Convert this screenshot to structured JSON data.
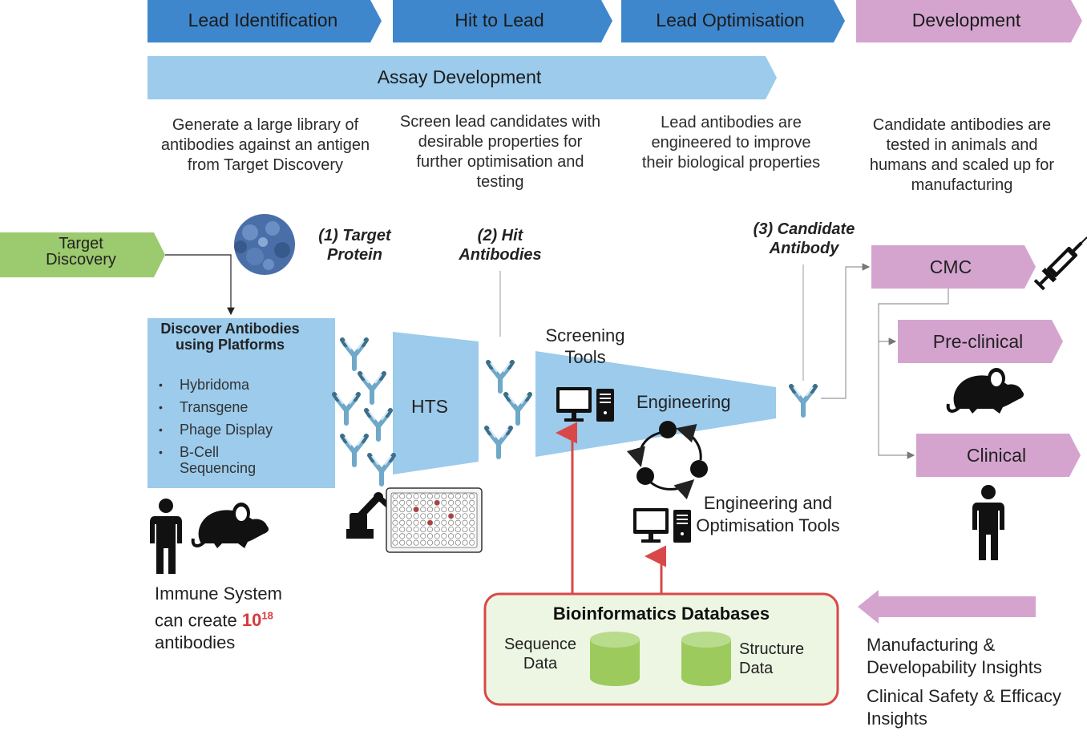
{
  "stages": [
    "Lead Identification",
    "Hit to Lead",
    "Lead Optimisation",
    "Development"
  ],
  "assay": "Assay Development",
  "descriptions": [
    "Generate a large library of antibodies against an antigen from Target Discovery",
    "Screen lead candidates with desirable properties for further optimisation and testing",
    "Lead antibodies are engineered to improve their biological properties",
    "Candidate antibodies are tested in animals and humans and scaled up for manufacturing"
  ],
  "target_discovery": "Target Discovery",
  "target_protein": "(1) Target Protein",
  "hit_antibodies": "(2) Hit Antibodies",
  "candidate_antibody": "(3) Candidate Antibody",
  "discover": {
    "title": "Discover Antibodies using Platforms",
    "items": [
      "Hybridoma",
      "Transgene",
      "Phage Display",
      "B-Cell Sequencing"
    ]
  },
  "hts": "HTS",
  "screening_tools": "Screening Tools",
  "engineering": "Engineering",
  "eng_opt_tools": "Engineering and Optimisation Tools",
  "development_boxes": [
    "CMC",
    "Pre-clinical",
    "Clinical"
  ],
  "immune": {
    "line1": "Immune System",
    "line2_prefix": "can create",
    "base": "10",
    "exp": "18",
    "line3": "antibodies"
  },
  "bioinformatics": {
    "title": "Bioinformatics Databases",
    "sequence": "Sequence Data",
    "structure": "Structure Data"
  },
  "insights": [
    "Manufacturing & Developability Insights",
    "Clinical Safety & Efficacy Insights"
  ],
  "colors": {
    "stage_blue": "#3f87cc",
    "assay_blue": "#9ccbec",
    "panel_blue": "#9ccbec",
    "green": "#9cca6e",
    "pink": "#d4a4cf",
    "red": "#d94848",
    "db_green": "#9cca5c",
    "db_bg": "#edf6e3",
    "antibody": "#6fa8c8"
  },
  "icons": [
    "antibody-icon",
    "protein-icon",
    "computer-icon",
    "cycle-icon",
    "mouse-icon",
    "person-icon",
    "syringe-icon",
    "robot-arm-icon",
    "well-plate-icon",
    "database-icon"
  ]
}
